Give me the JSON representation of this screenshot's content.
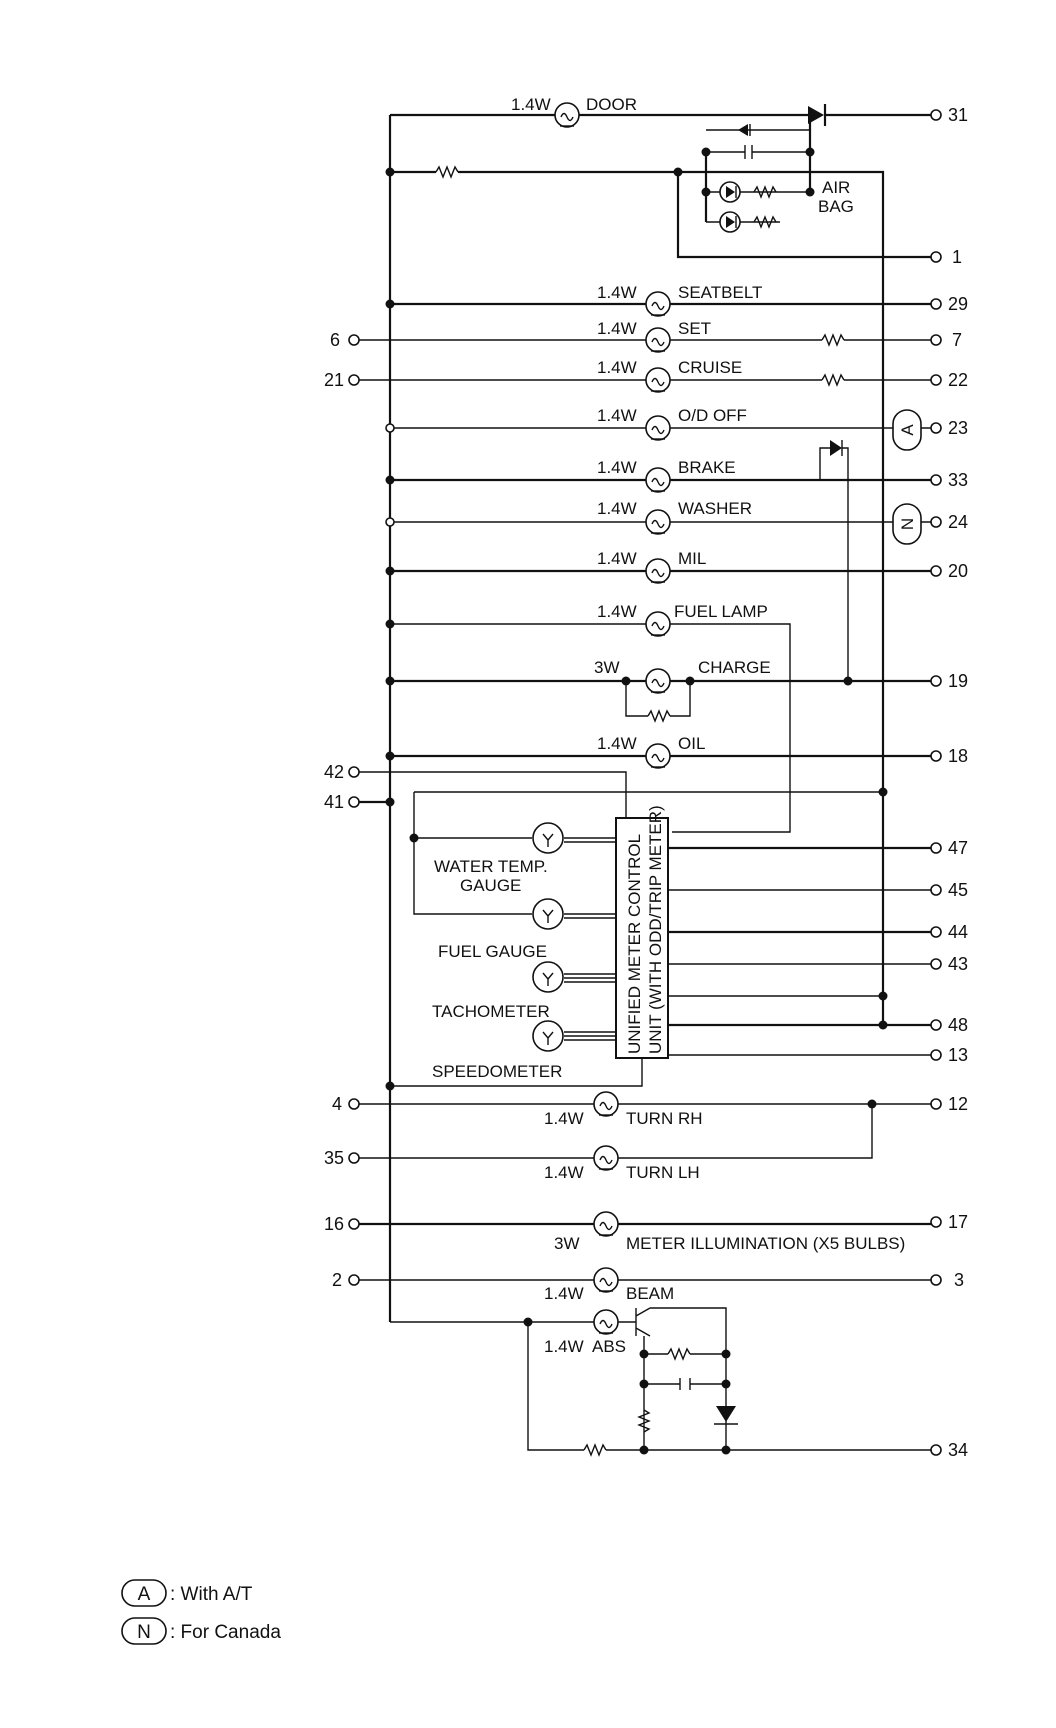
{
  "terminals": {
    "t31": "31",
    "t1": "1",
    "t29": "29",
    "t6": "6",
    "t7": "7",
    "t21": "21",
    "t22": "22",
    "t23": "23",
    "t33": "33",
    "t24": "24",
    "t20": "20",
    "t19": "19",
    "t18": "18",
    "t42": "42",
    "t41": "41",
    "t47": "47",
    "t45": "45",
    "t44": "44",
    "t43": "43",
    "t48": "48",
    "t13": "13",
    "t4": "4",
    "t12": "12",
    "t35": "35",
    "t16": "16",
    "t17": "17",
    "t2": "2",
    "t3": "3",
    "t34": "34"
  },
  "lamps": {
    "door": {
      "watt": "1.4W",
      "name": "DOOR"
    },
    "seatbelt": {
      "watt": "1.4W",
      "name": "SEATBELT"
    },
    "set": {
      "watt": "1.4W",
      "name": "SET"
    },
    "cruise": {
      "watt": "1.4W",
      "name": "CRUISE"
    },
    "od_off": {
      "watt": "1.4W",
      "name": "O/D OFF"
    },
    "brake": {
      "watt": "1.4W",
      "name": "BRAKE"
    },
    "washer": {
      "watt": "1.4W",
      "name": "WASHER"
    },
    "mil": {
      "watt": "1.4W",
      "name": "MIL"
    },
    "fuel_lamp": {
      "watt": "1.4W",
      "name": "FUEL LAMP"
    },
    "charge": {
      "watt": "3W",
      "name": "CHARGE"
    },
    "oil": {
      "watt": "1.4W",
      "name": "OIL"
    },
    "turn_rh": {
      "watt": "1.4W",
      "name": "TURN RH"
    },
    "turn_lh": {
      "watt": "1.4W",
      "name": "TURN LH"
    },
    "meter_illum": {
      "watt": "3W",
      "name": "METER ILLUMINATION (X5 BULBS)"
    },
    "beam": {
      "watt": "1.4W",
      "name": "BEAM"
    },
    "abs": {
      "watt": "1.4W",
      "name": "ABS"
    }
  },
  "airbag": {
    "line1": "AIR",
    "line2": "BAG"
  },
  "gauges": {
    "water_temp_1": "WATER TEMP.",
    "water_temp_2": "GAUGE",
    "fuel": "FUEL GAUGE",
    "tach": "TACHOMETER",
    "speedo": "SPEEDOMETER"
  },
  "unit": {
    "line1": "UNIFIED METER CONTROL",
    "line2": "UNIT (WITH ODD/TRIP METER)"
  },
  "badges": {
    "a": "A",
    "n": "N"
  },
  "legend": [
    {
      "badge": "A",
      "text": ": With A/T"
    },
    {
      "badge": "N",
      "text": ": For Canada"
    }
  ],
  "colors": {
    "line": "#111111",
    "background": "#ffffff"
  }
}
